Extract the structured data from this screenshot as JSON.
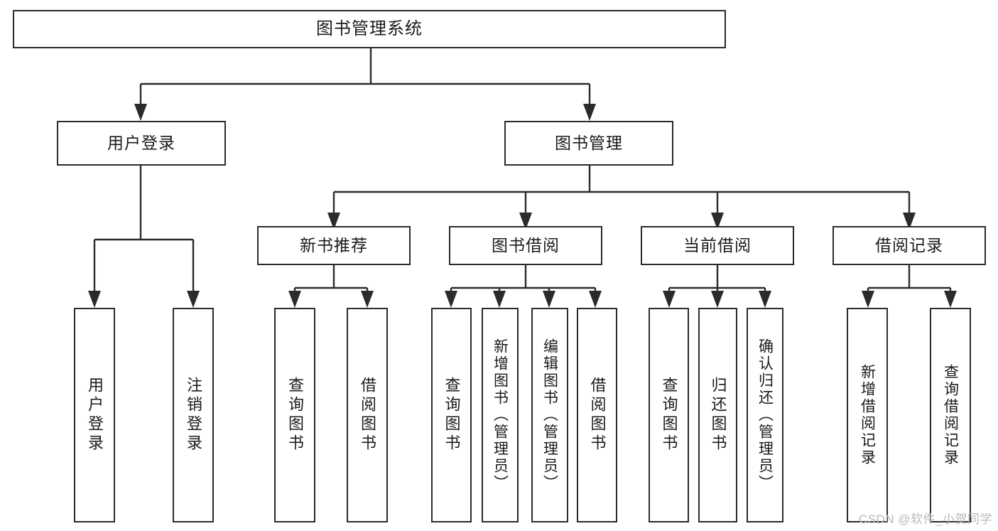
{
  "diagram": {
    "title": "图书管理系统",
    "type": "tree-hierarchy",
    "watermark": "CSDN @软件_小贺同学",
    "colors": {
      "stroke": "#2b2b2b",
      "fill": "#ffffff",
      "text": "#1a1a1a",
      "watermark": "#b9b9b9"
    },
    "nodes": {
      "root": {
        "label": "图书管理系统"
      },
      "level1": [
        {
          "id": "user-login",
          "label": "用户登录"
        },
        {
          "id": "book-manage",
          "label": "图书管理"
        }
      ],
      "level2": [
        {
          "id": "new-book-recommend",
          "label": "新书推荐"
        },
        {
          "id": "book-borrow",
          "label": "图书借阅"
        },
        {
          "id": "current-borrow",
          "label": "当前借阅"
        },
        {
          "id": "borrow-record",
          "label": "借阅记录"
        }
      ],
      "leaves": {
        "user-login": [
          {
            "id": "leaf-user-login",
            "label": "用户登录"
          },
          {
            "id": "leaf-logout",
            "label": "注销登录"
          }
        ],
        "new-book-recommend": [
          {
            "id": "leaf-query-book-1",
            "label": "查询图书"
          },
          {
            "id": "leaf-borrow-book-1",
            "label": "借阅图书"
          }
        ],
        "book-borrow": [
          {
            "id": "leaf-query-book-2",
            "label": "查询图书"
          },
          {
            "id": "leaf-add-book",
            "label": "新增图书（管理员）"
          },
          {
            "id": "leaf-edit-book",
            "label": "编辑图书（管理员）"
          },
          {
            "id": "leaf-borrow-book-2",
            "label": "借阅图书"
          }
        ],
        "current-borrow": [
          {
            "id": "leaf-query-book-3",
            "label": "查询图书"
          },
          {
            "id": "leaf-return-book",
            "label": "归还图书"
          },
          {
            "id": "leaf-confirm-return",
            "label": "确认归还（管理员）"
          }
        ],
        "borrow-record": [
          {
            "id": "leaf-add-record",
            "label": "新增借阅记录"
          },
          {
            "id": "leaf-query-record",
            "label": "查询借阅记录"
          }
        ]
      }
    }
  }
}
